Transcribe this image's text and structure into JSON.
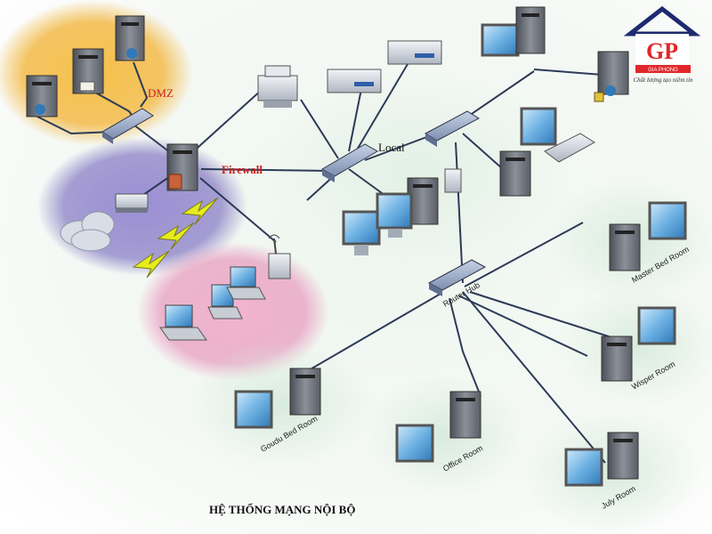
{
  "title": "HỆ THỐNG MẠNG NỘI BỘ",
  "logo": {
    "letters": "GP",
    "brand": "GIA PHONG",
    "slogan": "Chất lượng tạo niềm tin",
    "colors": {
      "roof": "#1e2a6e",
      "letters": "#e1262b",
      "band": "#e1262b"
    }
  },
  "zones": {
    "dmz": "DMZ",
    "firewall": "Firewall",
    "local": "Local"
  },
  "rooms": {
    "router": "Router Hub",
    "master": "Master Bed Room",
    "wisper": "Wisper Room",
    "july": "July Room",
    "office": "Office Room",
    "goudu": "Goudu Bed Room"
  },
  "colors": {
    "dmz_zone": "#f3b73f",
    "wireless_zone": "#8a7fc6",
    "mobile_zone": "#e9a3c4",
    "cable": "#2c3a57",
    "label_red": "#c62222"
  }
}
